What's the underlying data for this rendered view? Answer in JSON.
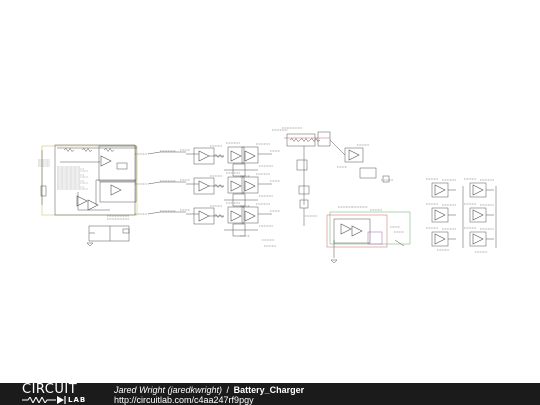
{
  "footer": {
    "brand_top": "CIRCUIT",
    "brand_bottom": "LAB",
    "author": "Jared Wright (jaredkwright)",
    "separator": "/",
    "project": "Battery_Charger",
    "url": "http://circuitlab.com/c4aa247rf9pgy"
  },
  "colors": {
    "schematic": "#555555",
    "wire_dark": "#333333",
    "highlight_yellow": "#c8c050",
    "highlight_red": "#cc6666",
    "highlight_green": "#66aa66",
    "highlight_purple": "#aa66aa",
    "footer_bg": "#1b1b1b",
    "footer_text": "#ffffff"
  }
}
